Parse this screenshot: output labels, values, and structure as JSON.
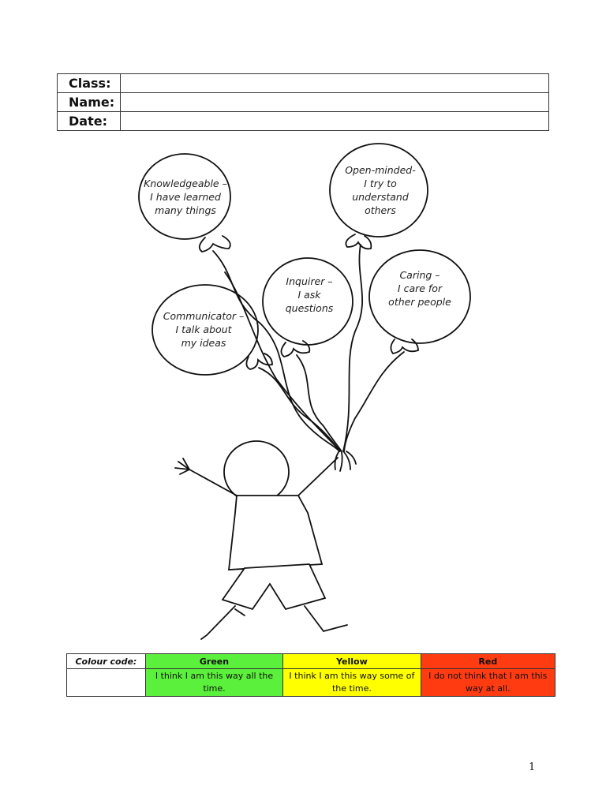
{
  "header": {
    "class_label": "Class:",
    "name_label": "Name:",
    "date_label": "Date:"
  },
  "balloons": {
    "knowledgeable": [
      "Knowledgeable –",
      "I have learned",
      "many things"
    ],
    "open_minded": [
      "Open-minded-",
      "I  try to",
      "understand",
      "others"
    ],
    "inquirer": [
      "Inquirer –",
      "I ask",
      "questions"
    ],
    "caring": [
      "Caring –",
      "I care for",
      "other people"
    ],
    "communicator": [
      "Communicator –",
      "I talk about",
      "my ideas"
    ]
  },
  "colour_code": {
    "label": "Colour code:",
    "green": {
      "name": "Green",
      "desc": "I think I am this way all the time.",
      "color": "#5bf03c"
    },
    "yellow": {
      "name": "Yellow",
      "desc": "I think I am this way some of the time.",
      "color": "#ffff00"
    },
    "red": {
      "name": "Red",
      "desc": "I do not think that I am this way at all.",
      "color": "#ff3b12"
    }
  },
  "page_number": "1"
}
